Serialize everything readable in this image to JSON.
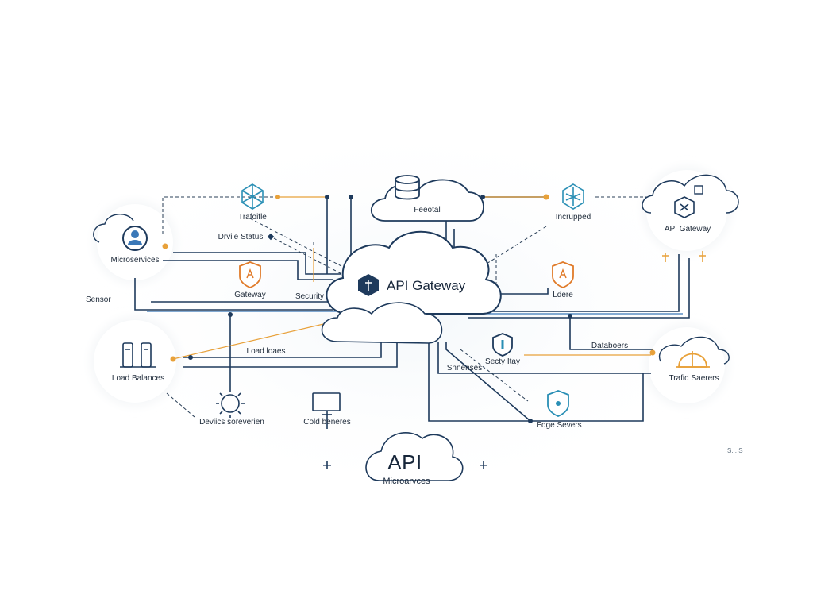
{
  "diagram": {
    "gateway": {
      "title": "API Gateway"
    },
    "top_node": {
      "label": "Feeotal"
    },
    "nodes": {
      "microservices": "Microservices",
      "trafoific": "Trafoifle",
      "device_status": "Drviie Status",
      "gateway_shield": "Gateway",
      "security": "Security",
      "load_balancers": "Load Balances",
      "load_loaes": "Load loaes",
      "devices_orover": "Deviics soreverien",
      "cold_beneres": "Cold beneres",
      "incrupped": "Incrupped",
      "api_gateway_right": "API Gateway",
      "ldere": "Ldere",
      "security_right": "Secty Itay",
      "snnenses": "Snnenses",
      "databoers": "Databoers",
      "trafid_saerers": "Trafid Saerers",
      "edge_servers": "Edge Severs",
      "sensor": "Sensor"
    },
    "bottom": {
      "title": "API",
      "subtitle": "Microarvces"
    },
    "corner_text": "S.I. S",
    "colors": {
      "navy": "#1e3a5c",
      "accent_orange": "#e8a13a",
      "shield_orange": "#e07b2a",
      "teal": "#2a8fb5",
      "blue_line": "#3a78b8"
    }
  }
}
